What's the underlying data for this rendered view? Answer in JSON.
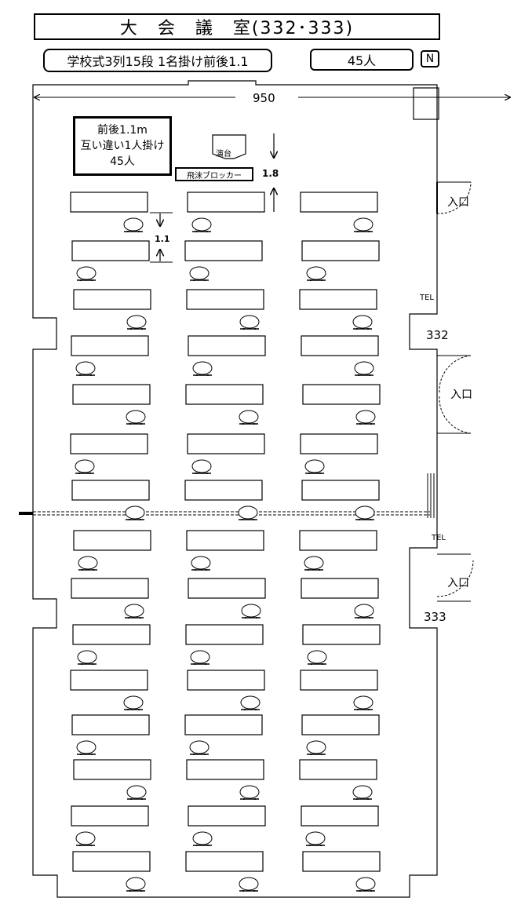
{
  "header": {
    "title": "大　会　議　室(332･333)",
    "layout": "学校式3列15段 1名掛け前後1.1",
    "capacity": "45人",
    "north": "N"
  },
  "legend": {
    "line1": "前後1.1m",
    "line2": "互い違い1人掛け",
    "line3": "45人"
  },
  "plan": {
    "width_dimension": "950",
    "podium": "演台",
    "blocker": "飛沫ブロッカー",
    "front_gap": "1.8",
    "row_gap": "1.1",
    "entrance": "入口",
    "tel": "TEL",
    "room_332": "332",
    "room_333": "333"
  },
  "seating": {
    "columns": 3,
    "rows": 15,
    "seats_per_desk": 1
  }
}
